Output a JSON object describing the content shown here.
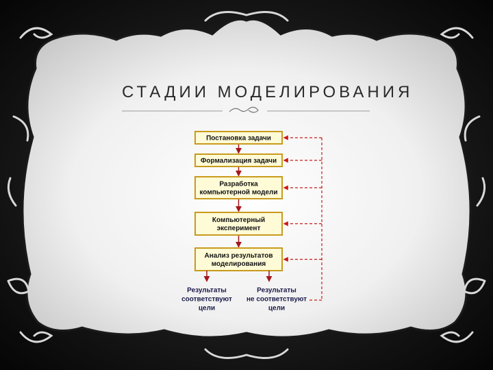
{
  "slide": {
    "title": "СТАДИИ МОДЕЛИРОВАНИЯ"
  },
  "diagram": {
    "stages": [
      {
        "lines": [
          "Постановка задачи"
        ]
      },
      {
        "lines": [
          "Формализация задачи"
        ]
      },
      {
        "lines": [
          "Разработка",
          "компьютерной модели"
        ]
      },
      {
        "lines": [
          "Компьютерный",
          "эксперимент"
        ]
      },
      {
        "lines": [
          "Анализ результатов",
          "моделирования"
        ]
      }
    ],
    "outcomes": {
      "match": {
        "lines": [
          "Результаты",
          "соответствуют",
          "цели"
        ]
      },
      "mismatch": {
        "lines": [
          "Результаты",
          "не соответствуют",
          "цели"
        ]
      }
    },
    "colors": {
      "box_fill": "#fffbd6",
      "box_stroke": "#c89a1c",
      "arrow": "#a4161a",
      "feedback": "#cc1818",
      "frame": "#ececec"
    }
  }
}
